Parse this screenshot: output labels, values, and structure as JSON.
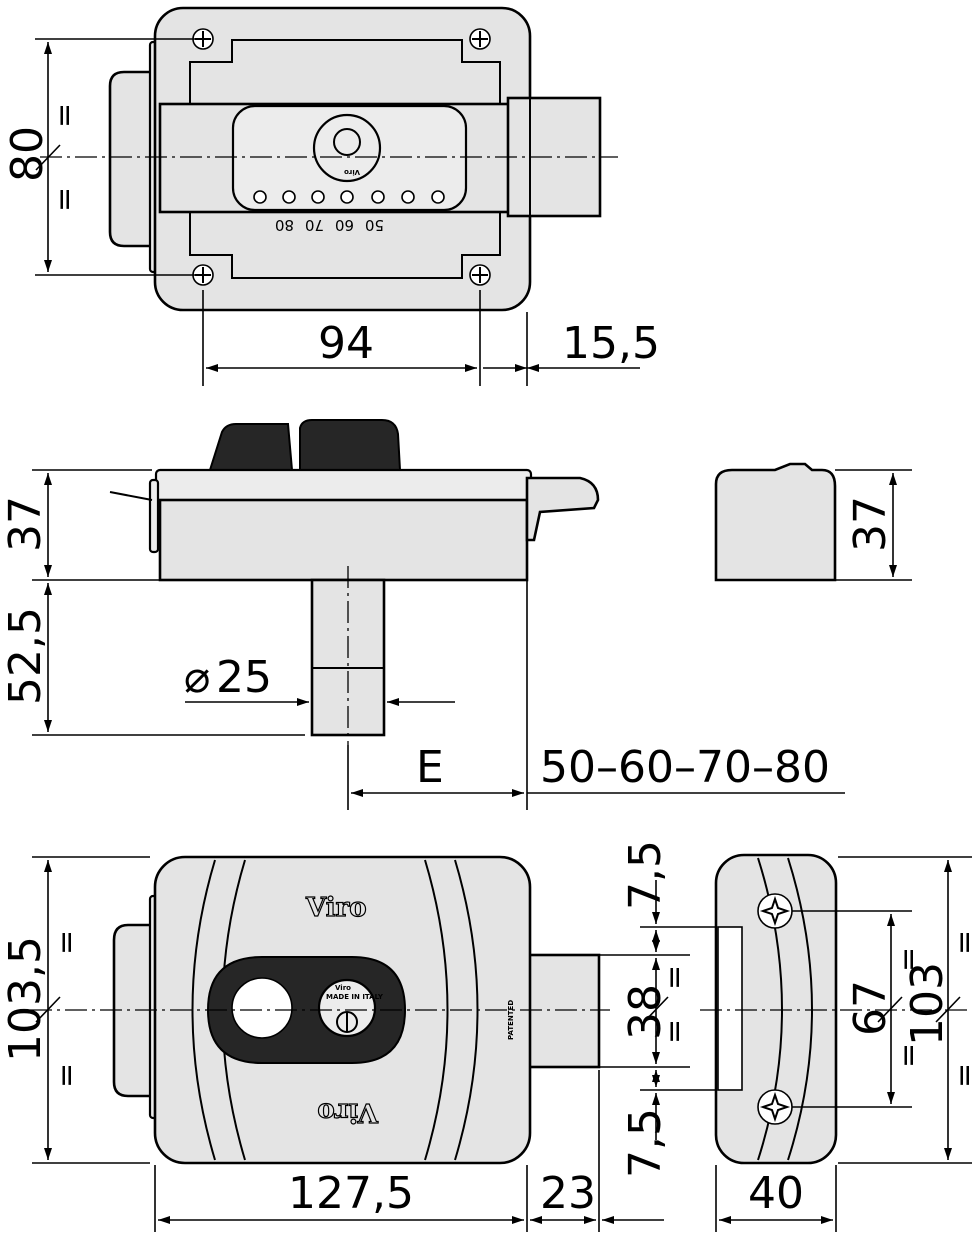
{
  "top_view": {
    "dims": {
      "height": "80",
      "hole_spacing": "94",
      "bolt_projection": "15,5",
      "equal_top": "=",
      "equal_bottom": "="
    },
    "backset_marks": [
      "50",
      "60",
      "70",
      "80"
    ]
  },
  "side_view": {
    "dims": {
      "height": "37",
      "cylinder_length": "52,5",
      "cylinder_diameter": "25",
      "diameter_symbol": "⌀",
      "backset": "E",
      "backset_values": "50–60–70–80"
    }
  },
  "keeper_side_view": {
    "dims": {
      "height": "37"
    }
  },
  "front_view": {
    "brand_top": "Viro",
    "brand_bottom": "Viro",
    "cylinder_label_top": "Viro",
    "cylinder_label_bottom": "MADE IN ITALY",
    "side_marking": "PATENTED",
    "dims": {
      "height": "103,5",
      "width": "127,5",
      "bolt_projection": "23",
      "equal_top": "=",
      "equal_bottom": "=",
      "bolt_height": "38",
      "bolt_equal_top": "=",
      "bolt_equal_bottom": "=",
      "offset_top": "7,5",
      "offset_bottom": "7,5"
    }
  },
  "keeper_front_view": {
    "dims": {
      "hole_spacing": "67",
      "height": "103",
      "width": "40",
      "equal_a": "=",
      "equal_b": "=",
      "equal_c": "=",
      "equal_d": "="
    }
  }
}
